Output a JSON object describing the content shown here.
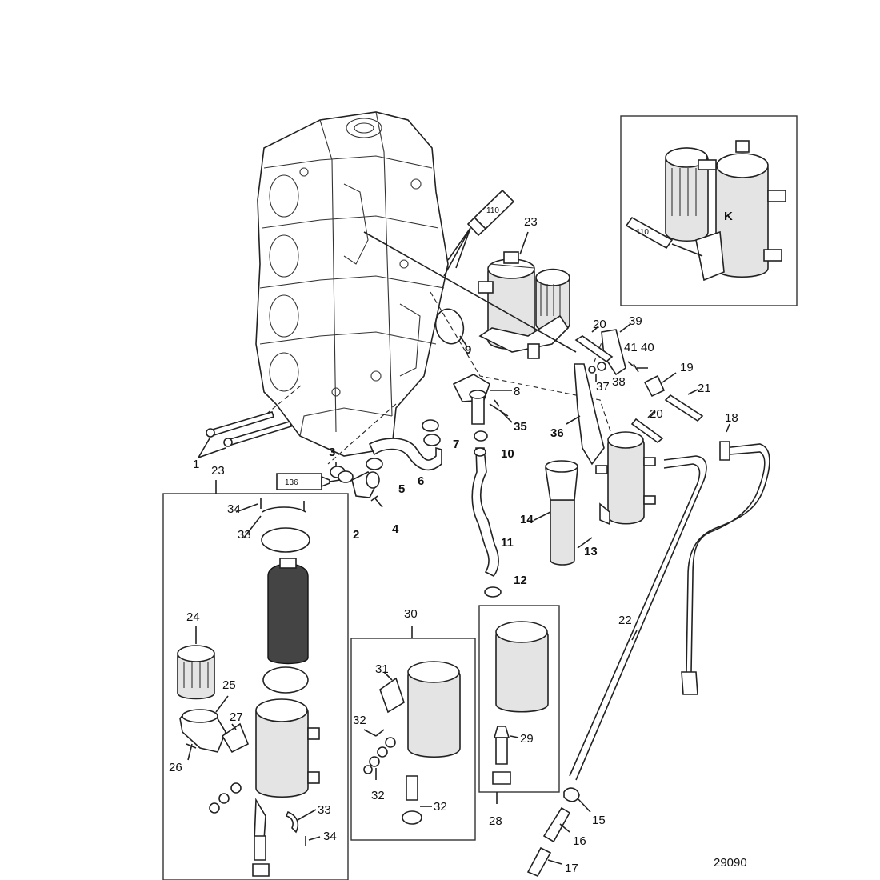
{
  "callouts": {
    "c1": "1",
    "c2": "2",
    "c3": "3",
    "c4": "4",
    "c5": "5",
    "c6": "6",
    "c7": "7",
    "c8": "8",
    "c9": "9",
    "c10": "10",
    "c11": "11",
    "c12": "12",
    "c13": "13",
    "c14": "14",
    "c15": "15",
    "c16": "16",
    "c17": "17",
    "c18": "18",
    "c19": "19",
    "c20": "20",
    "c21": "21",
    "c22": "22",
    "c23": "23",
    "c24": "24",
    "c25": "25",
    "c26": "26",
    "c27": "27",
    "c28": "28",
    "c29": "29",
    "c30": "30",
    "c31": "31",
    "c32": "32",
    "c33": "33",
    "c34": "34",
    "c35": "35",
    "c36": "36",
    "c37": "37",
    "c38": "38",
    "c39": "39",
    "c40": "40",
    "c41": "41"
  },
  "sealant_tubes": {
    "top": "110",
    "inset": "110",
    "left": "136"
  },
  "figure_ref": "29090"
}
